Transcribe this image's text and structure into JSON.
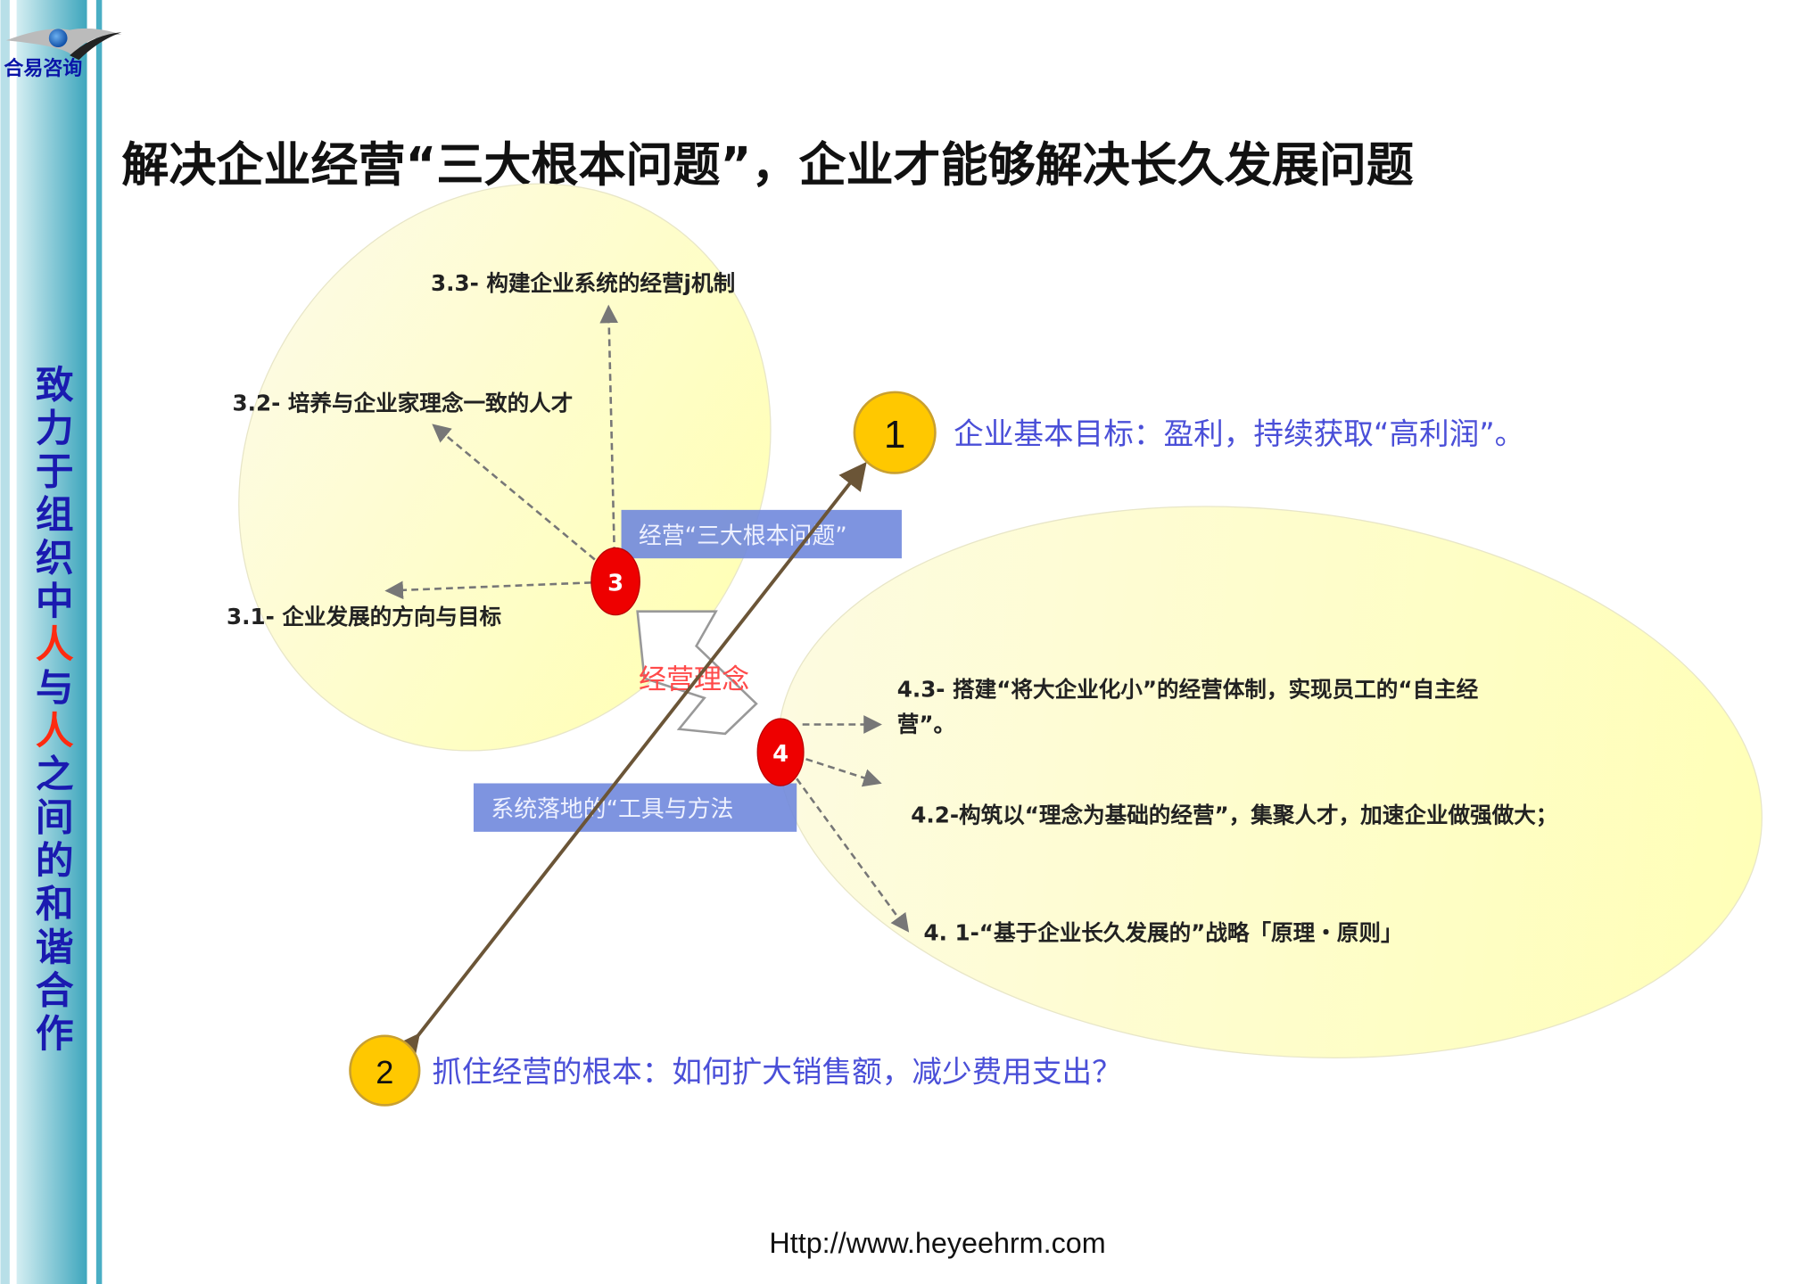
{
  "logo": {
    "text": "合易咨询"
  },
  "sidebar": {
    "slogan": [
      {
        "text": "致",
        "highlight": false
      },
      {
        "text": "力",
        "highlight": false
      },
      {
        "text": "于",
        "highlight": false
      },
      {
        "text": "组",
        "highlight": false
      },
      {
        "text": "织",
        "highlight": false
      },
      {
        "text": "中",
        "highlight": false
      },
      {
        "text": "人",
        "highlight": true
      },
      {
        "text": "与",
        "highlight": false
      },
      {
        "text": "人",
        "highlight": true
      },
      {
        "text": "之",
        "highlight": false
      },
      {
        "text": "间",
        "highlight": false
      },
      {
        "text": "的",
        "highlight": false
      },
      {
        "text": "和",
        "highlight": false
      },
      {
        "text": "谐",
        "highlight": false
      },
      {
        "text": "合",
        "highlight": false
      },
      {
        "text": "作",
        "highlight": false
      }
    ]
  },
  "title": "解决企业经营“三大根本问题”，企业才能够解决长久发展问题",
  "diagram": {
    "node1": {
      "number": "1",
      "label": "企业基本目标：盈利，持续获取“高利润”。"
    },
    "node2": {
      "number": "2",
      "label": "抓住经营的根本：如何扩大销售额，减少费用支出？"
    },
    "node3": {
      "number": "3",
      "box": "经营“三大根本问题”",
      "items": [
        "3.3- 构建企业系统的经营j机制",
        "3.2- 培养与企业家理念一致的人才",
        "3.1- 企业发展的方向与目标"
      ]
    },
    "node4": {
      "number": "4",
      "box": "系统落地的“工具与方法",
      "items": [
        "4.3- 搭建“将大企业化小”的经营体制，实现员工的“自主经",
        "营”。",
        "4.2-构筑以“理念为基础的经营”，集聚人才，加速企业做强做大；",
        "4. 1-“基于企业长久发展的”战略「原理・原则」"
      ]
    },
    "center_label": "经营理念"
  },
  "footer": {
    "url": "Http://www.heyeehrm.com"
  },
  "colors": {
    "accent_blue": "#4a4fd8",
    "node_yellow": "#ffc800",
    "node_red": "#ee0000",
    "ellipse_fill": "#ffffc0",
    "box_blue": "#7088dd",
    "sidebar_teal": "#4aaec4"
  }
}
